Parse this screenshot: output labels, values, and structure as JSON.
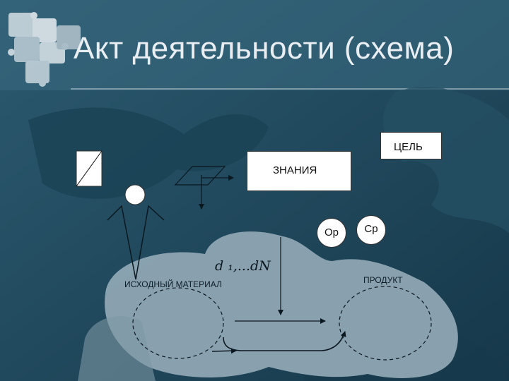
{
  "slide": {
    "title": "Акт деятельности (схема)"
  },
  "diagram": {
    "goal_label": "ЦЕЛЬ",
    "knowledge_label": "ЗНАНИЯ",
    "op_label": "Ор",
    "cp_label": "Ср",
    "operations_label": "d ₁,...dN",
    "source_material_label": "ИСХОДНЫЙ МАТЕРИАЛ",
    "product_label": "ПРОДУКТ"
  },
  "colors": {
    "background": "#1e4a5e",
    "highlight_area": "#8fa7b3",
    "title_text": "#e9eef2",
    "boxes": "#ffffff"
  }
}
